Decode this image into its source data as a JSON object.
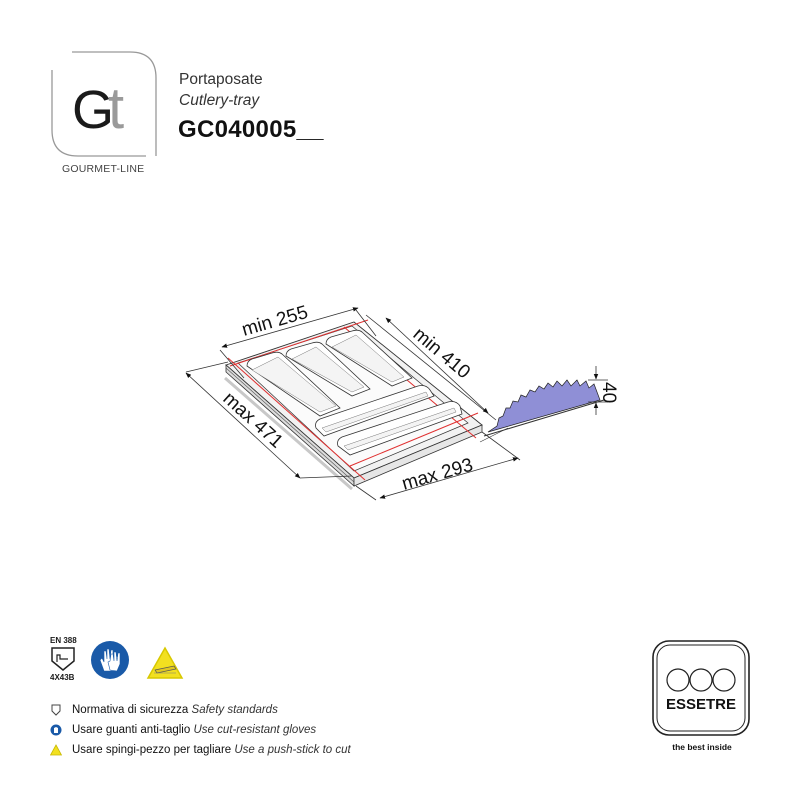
{
  "brand": {
    "logo_letters": {
      "g": "G",
      "t": "t"
    },
    "line_name": "GOURMET-LINE"
  },
  "product": {
    "name_it": "Portaposate",
    "name_en": "Cutlery-tray",
    "code": "GC040005__"
  },
  "dimensions": {
    "width_min": "min 255",
    "depth_min": "min 410",
    "depth_max": "max 471",
    "width_max": "max 293",
    "height": "40"
  },
  "colors": {
    "cut_line": "#e03030",
    "saw_fill": "#8f8fd6",
    "glove_blue": "#1a5aa8",
    "warning_yellow": "#f2e020"
  },
  "safety_icons": {
    "standard_top": "EN 388",
    "standard_bottom": "4X43B"
  },
  "legend": [
    {
      "icon": "safety-standard-icon",
      "it": "Normativa di sicurezza",
      "en": "Safety standards"
    },
    {
      "icon": "gloves-icon",
      "it": "Usare guanti anti-taglio",
      "en": "Use cut-resistant gloves"
    },
    {
      "icon": "warning-icon",
      "it": "Usare spingi-pezzo per tagliare",
      "en": "Use a push-stick to cut"
    }
  ],
  "manufacturer": {
    "name": "ESSETRE",
    "tagline": "the best inside"
  }
}
